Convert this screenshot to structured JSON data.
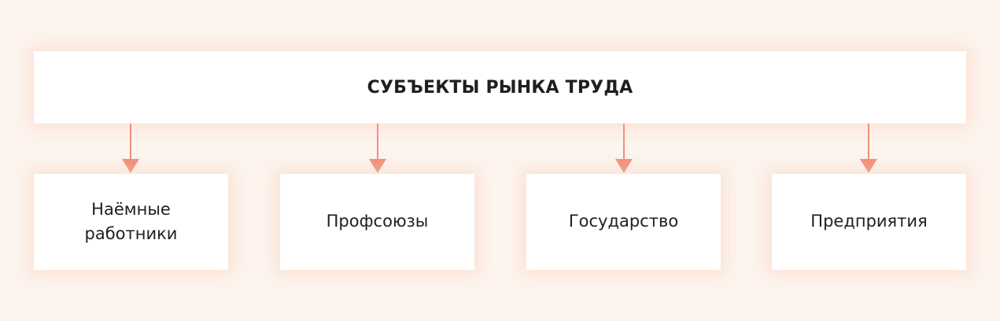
{
  "root": {
    "label": "СУБЪЕКТЫ РЫНКА ТРУДА"
  },
  "children": [
    {
      "label": "Наёмные работники"
    },
    {
      "label": "Профсоюзы"
    },
    {
      "label": "Государство"
    },
    {
      "label": "Предприятия"
    }
  ],
  "colors": {
    "background": "#fdf4ee",
    "box": "#ffffff",
    "arrow": "#f0907a",
    "text": "#1f1f1f"
  }
}
